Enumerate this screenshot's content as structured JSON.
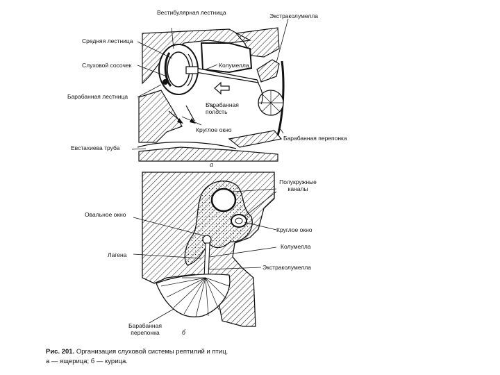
{
  "figure_a": {
    "labels": {
      "vestibular_scala": "Вестибулярная лестница",
      "extracolumella": "Экстраколумелла",
      "scala_media": "Средняя лестница",
      "auditory_papilla": "Слуховой сосочек",
      "columella": "Колумелла",
      "scala_tympani": "Барабанная лестница",
      "tympanic_cavity": "Барабанная полость",
      "round_window": "Круглое окно",
      "tympanic_membrane": "Барабанная перепонка",
      "eustachian_tube": "Евстахиева труба"
    },
    "panel_letter": "а"
  },
  "figure_b": {
    "labels": {
      "semicircular_canals": "Полукружные каналы",
      "oval_window": "Овальное окно",
      "round_window": "Круглое окно",
      "columella": "Колумелла",
      "lagena": "Лагена",
      "extracolumella": "Экстраколумелла",
      "tympanic_membrane": "Барабанная перепонка"
    },
    "panel_letter": "б"
  },
  "caption": {
    "number": "Рис. 201.",
    "title": "Организация слуховой системы рептилий и птиц.",
    "legend": "а — ящерица; б — курица."
  }
}
